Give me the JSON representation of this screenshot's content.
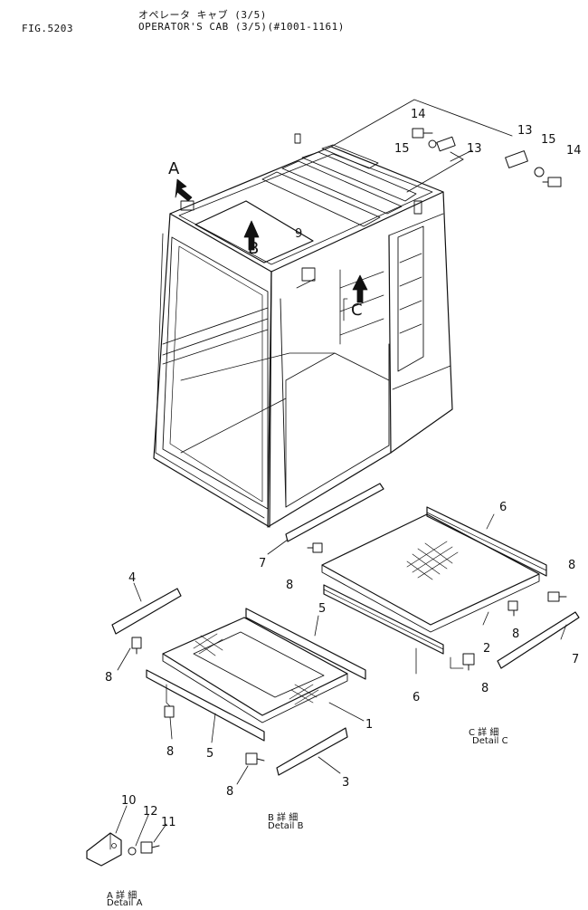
{
  "header": {
    "fig_number": "FIG.5203",
    "title_jp": "オペレータ キャブ (3/5)",
    "title_en": "OPERATOR'S CAB (3/5)(#1001-1161)"
  },
  "view_markers": {
    "a": "A",
    "b": "B",
    "c": "C"
  },
  "callouts": {
    "c1": "1",
    "c2": "2",
    "c3": "3",
    "c4": "4",
    "c5a": "5",
    "c5b": "5",
    "c6a": "6",
    "c6b": "6",
    "c7a": "7",
    "c7b": "7",
    "c8a": "8",
    "c8b": "8",
    "c8c": "8",
    "c8d": "8",
    "c8e": "8",
    "c8f": "8",
    "c8g": "8",
    "c9": "9",
    "c10": "10",
    "c11": "11",
    "c12": "12",
    "c13a": "13",
    "c13b": "13",
    "c14a": "14",
    "c14b": "14",
    "c15a": "15",
    "c15b": "15"
  },
  "details": {
    "a_jp": "A 詳 細",
    "a_en": "Detail A",
    "b_jp": "B 詳 細",
    "b_en": "Detail B",
    "c_jp": "C 詳 細",
    "c_en": "Detail C"
  }
}
